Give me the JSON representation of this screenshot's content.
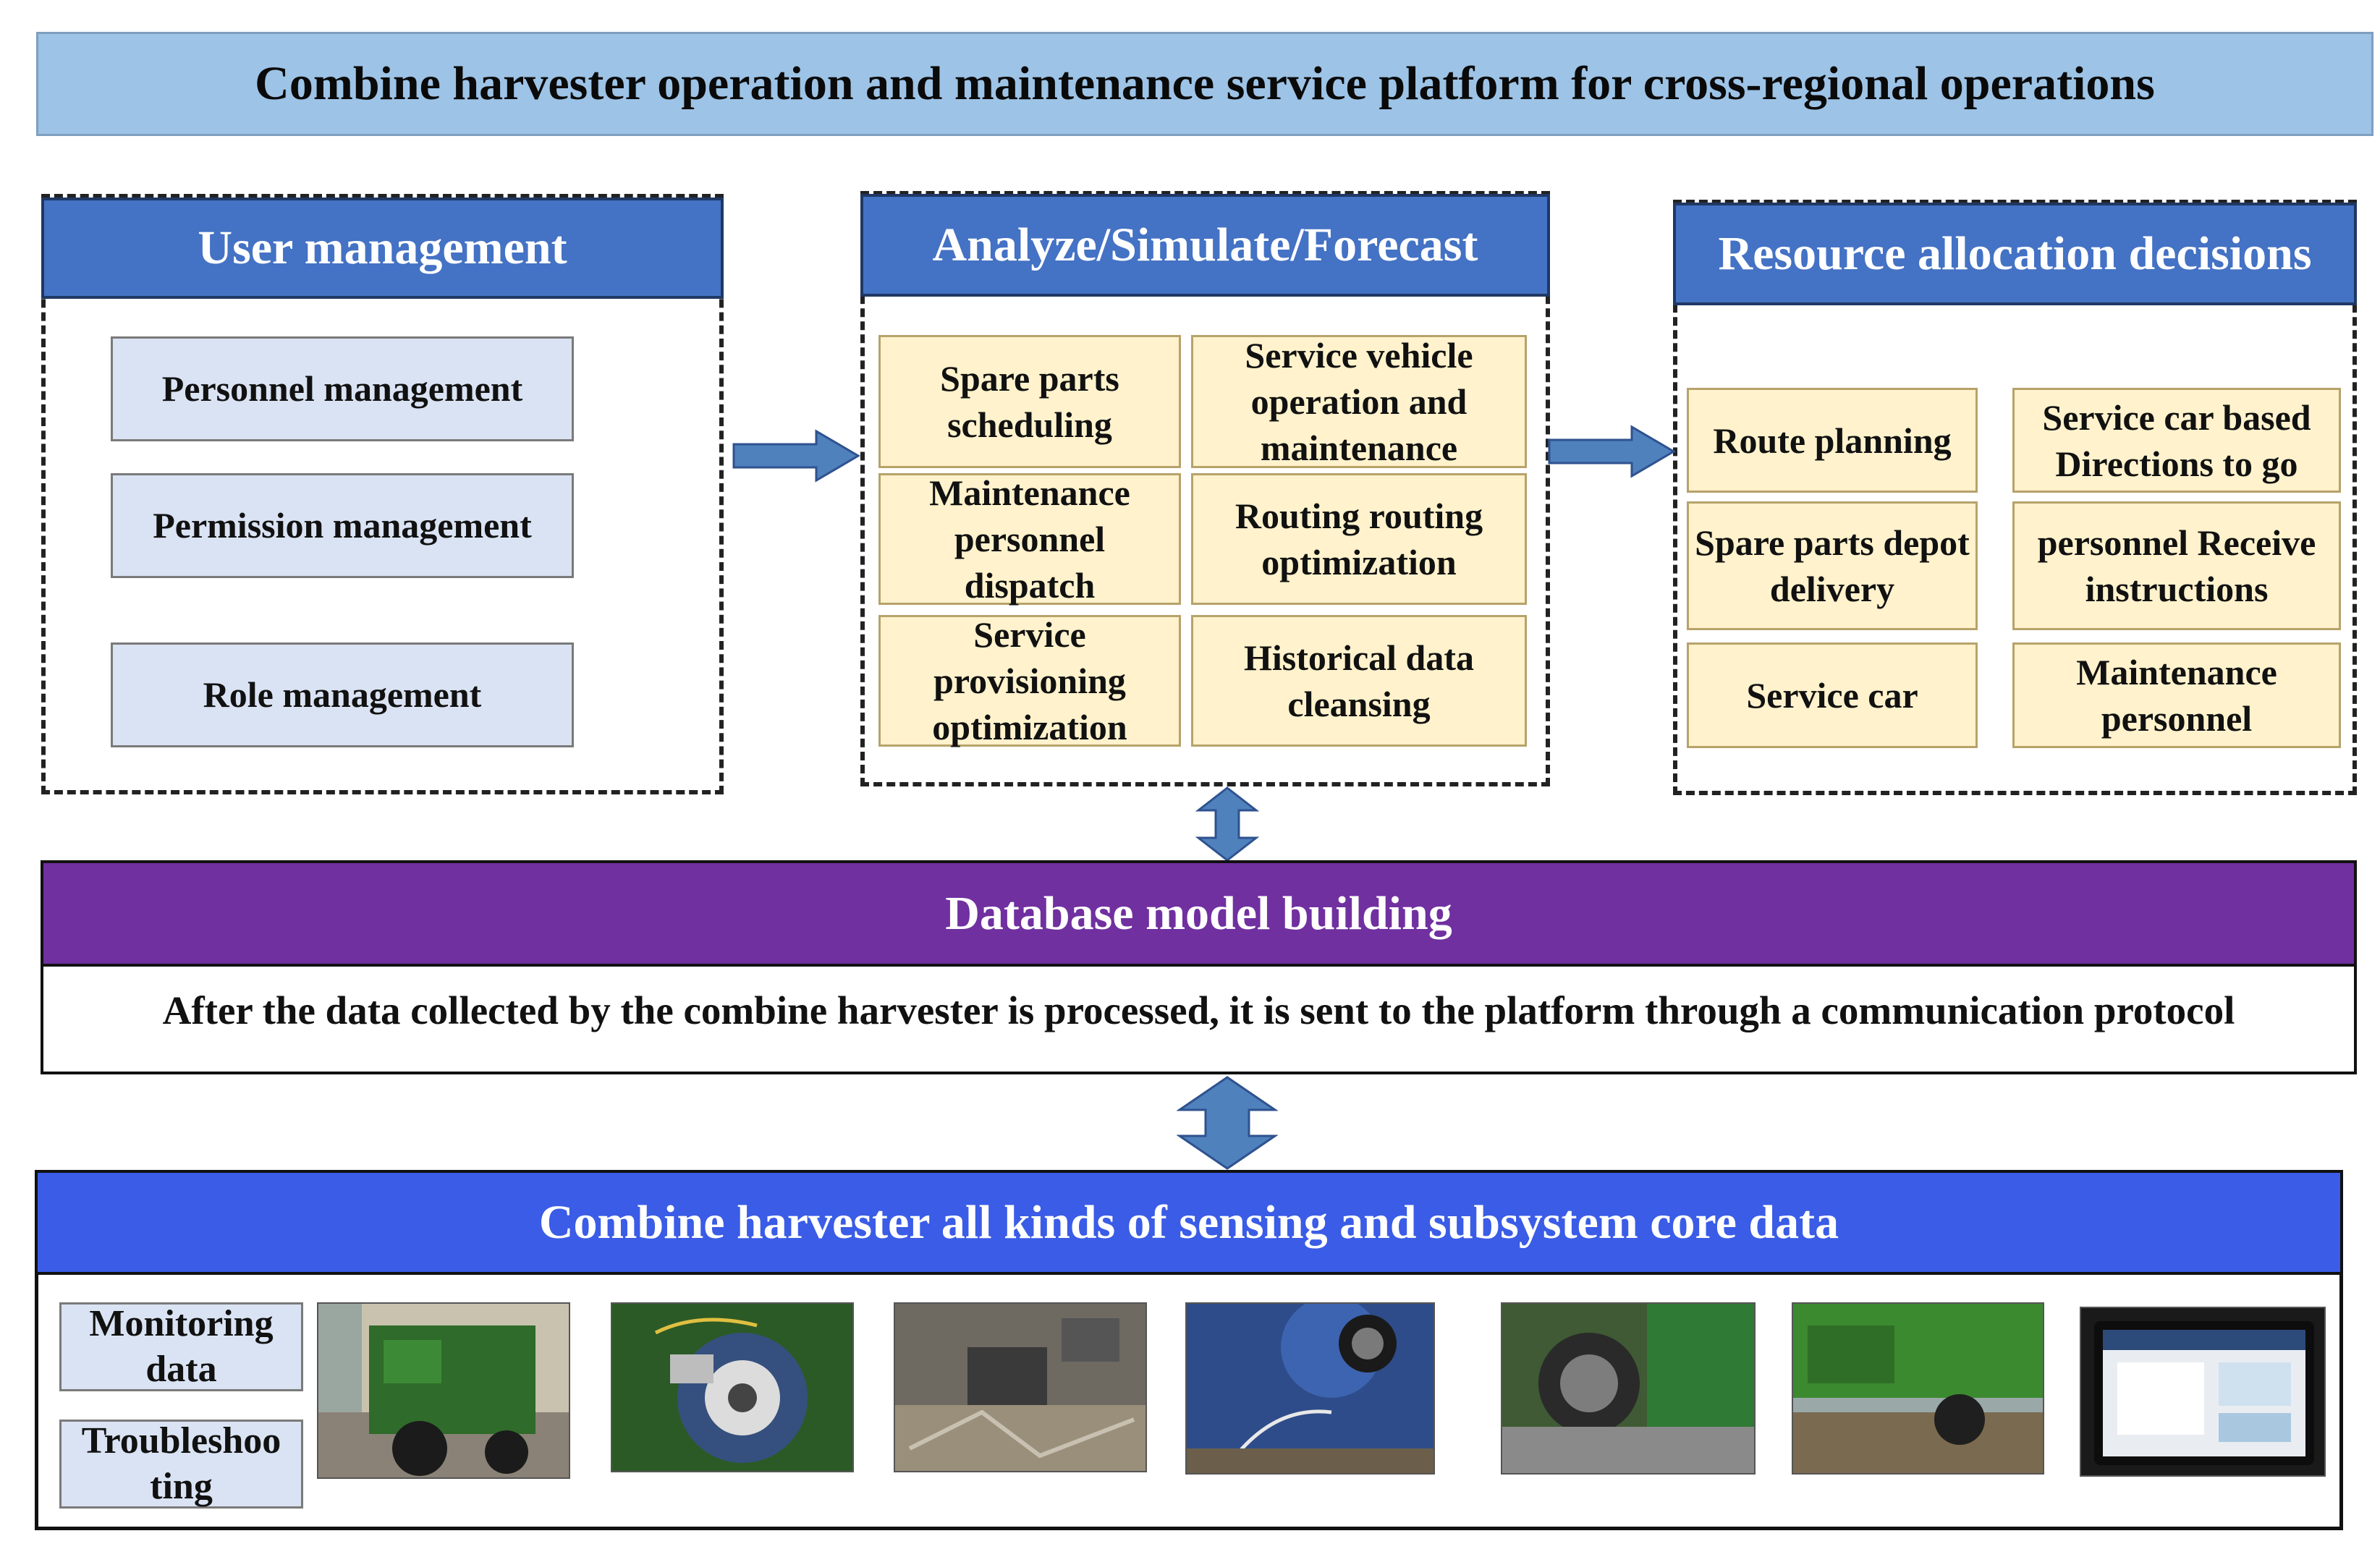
{
  "title": "Combine harvester operation and maintenance service platform for cross-regional operations",
  "user_management": {
    "header": "User management",
    "items": [
      "Personnel management",
      "Permission management",
      "Role management"
    ]
  },
  "analyze": {
    "header": "Analyze/Simulate/Forecast",
    "items": [
      "Spare parts scheduling",
      "Service vehicle operation and maintenance",
      "Maintenance personnel dispatch",
      "Routing routing optimization",
      "Service provisioning optimization",
      "Historical data cleansing"
    ]
  },
  "resource": {
    "header": "Resource allocation decisions",
    "items": [
      "Route planning",
      "Service car based Directions to go",
      "Spare parts depot delivery",
      "personnel Receive instructions",
      "Service car",
      "Maintenance personnel"
    ]
  },
  "database": {
    "header": "Database model building",
    "note": "After the data collected by the combine harvester is processed, it is sent to the platform through a communication protocol"
  },
  "sensing": {
    "header": "Combine harvester all kinds of sensing and subsystem core data",
    "labels": [
      "Monitoring data",
      "Troubleshoo ting"
    ]
  },
  "colors": {
    "title_bg": "#9dc3e6",
    "header_blue": "#4472c4",
    "database_purple": "#7030a0",
    "sensing_blue": "#3a5ce6",
    "item_lavender": "#dae3f3",
    "item_cream": "#fff2cc",
    "arrow_blue": "#4f81bd"
  }
}
